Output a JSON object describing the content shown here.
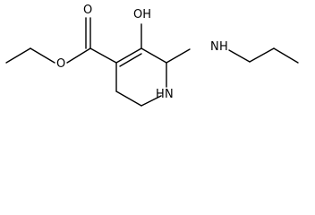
{
  "molecule": {
    "atoms": {
      "hydroxyl": "OH",
      "amine_n": "N",
      "amine_h": "H",
      "ring_n": "N",
      "ring_h": "H",
      "ester_o_double": "O",
      "ester_o_single": "O"
    }
  }
}
